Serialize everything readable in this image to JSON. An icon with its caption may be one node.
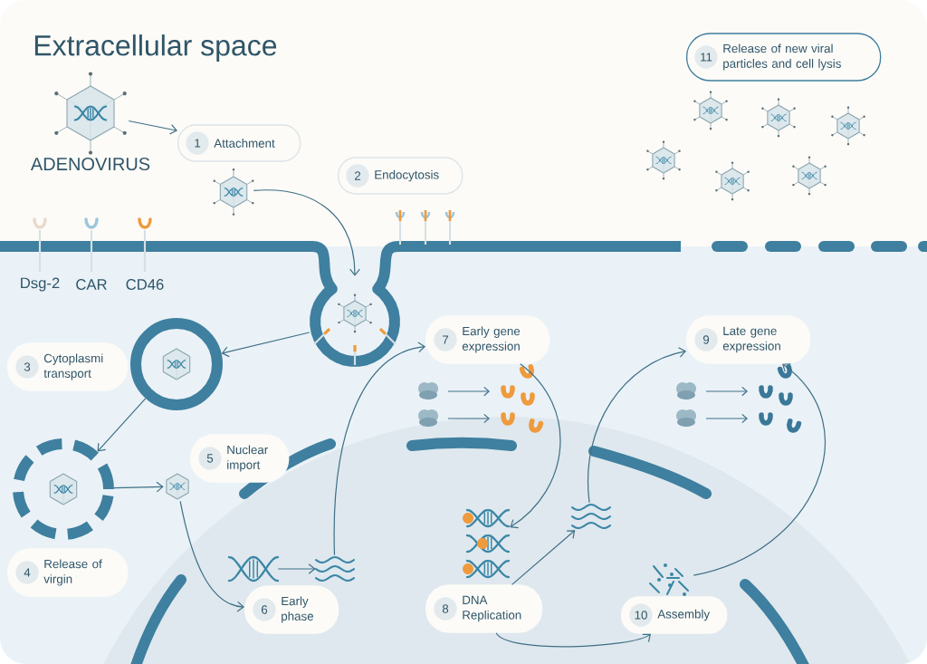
{
  "diagram": {
    "title": "Extracellular space",
    "nodes": [
      {
        "text": [],
        "shape": "picture",
        "beside": [
          "ADENOVIRUS"
        ]
      },
      {
        "text": [
          "1",
          "Attachment"
        ]
      },
      {
        "text": [],
        "shape": "picture"
      },
      {
        "text": [
          "2",
          "Endocytosis"
        ]
      },
      {
        "text": [],
        "shape": "picture"
      },
      {
        "text": [],
        "shape": "circle"
      },
      {
        "text": [
          "3",
          "Cytoplasmi transport"
        ]
      },
      {
        "text": [],
        "shape": "circle"
      },
      {
        "text": [
          "4",
          "Release of virgin"
        ]
      },
      {
        "text": [],
        "shape": "picture"
      },
      {
        "text": [
          "5",
          "Nuclear import"
        ]
      },
      {
        "text": [],
        "shape": "picture"
      },
      {
        "text": [],
        "shape": "picture"
      },
      {
        "text": [
          "6",
          "Early phase"
        ]
      },
      {
        "text": [
          "7",
          "Early gene expression"
        ]
      },
      {
        "text": [],
        "shape": "picture"
      },
      {
        "text": [
          "8",
          "DNA Replication"
        ]
      },
      {
        "text": [],
        "shape": "picture"
      },
      {
        "text": [
          "9",
          "Late gene expression"
        ]
      },
      {
        "text": [],
        "shape": "picture"
      },
      {
        "text": [
          "10",
          "Assembly"
        ]
      },
      {
        "text": [
          "11",
          "Release of new viral particles and cell lysis"
        ]
      }
    ],
    "edges": [
      {
        "from": 0,
        "to": 1,
        "arrow": "to"
      },
      {
        "from": 2,
        "to": 4,
        "arrow": "to"
      },
      {
        "from": 4,
        "to": 5,
        "arrow": "to"
      },
      {
        "from": 5,
        "to": 7,
        "arrow": "to"
      },
      {
        "from": 7,
        "to": 9,
        "arrow": "to"
      },
      {
        "from": 9,
        "to": 13,
        "arrow": "to"
      },
      {
        "from": 11,
        "to": 12,
        "arrow": "to"
      },
      {
        "from": 12,
        "to": 14,
        "arrow": "to"
      },
      {
        "from": 14,
        "to": 15,
        "arrow": "to"
      },
      {
        "from": 16,
        "to": 17,
        "arrow": "to"
      },
      {
        "from": 17,
        "to": 18,
        "arrow": "to"
      },
      {
        "from": 16,
        "to": 20,
        "arrow": "to"
      },
      {
        "from": 19,
        "to": 18,
        "arrow": "to"
      }
    ],
    "labels": [
      "Dsg-2",
      "CAR",
      "CD46"
    ]
  }
}
